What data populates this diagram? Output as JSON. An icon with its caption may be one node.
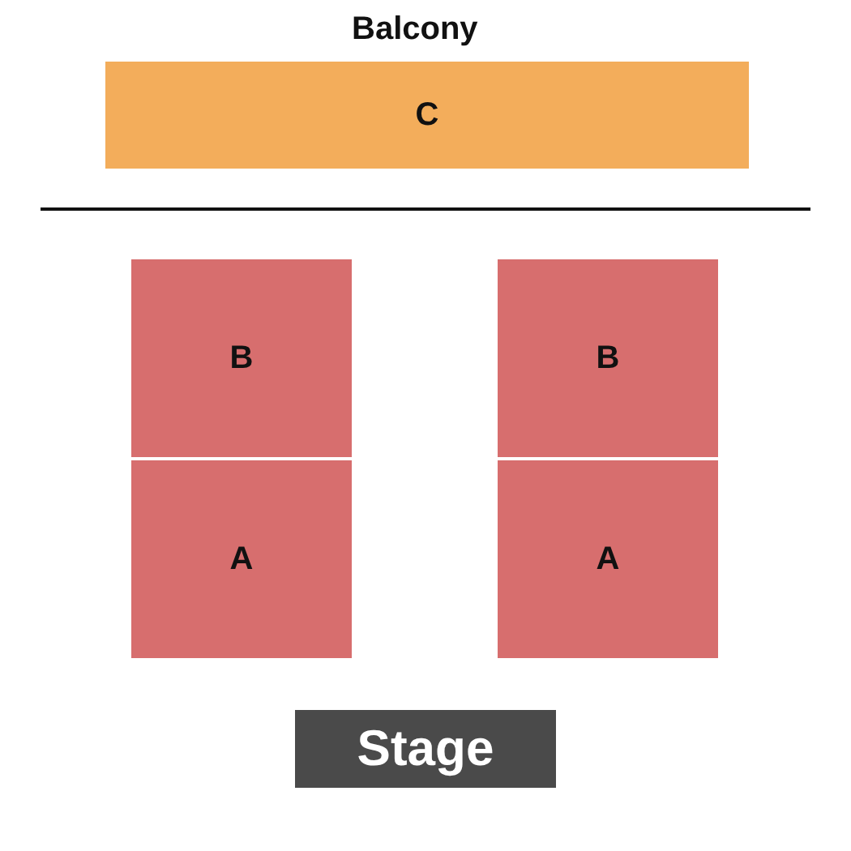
{
  "diagram": {
    "nodes": [
      {
        "text": [
          "C"
        ]
      },
      {
        "text": [
          "B"
        ]
      },
      {
        "text": [
          "A"
        ]
      },
      {
        "text": [
          "B"
        ]
      },
      {
        "text": [
          "A"
        ]
      },
      {
        "text": [
          "Stage"
        ]
      }
    ],
    "labels": [
      "Balcony"
    ]
  }
}
